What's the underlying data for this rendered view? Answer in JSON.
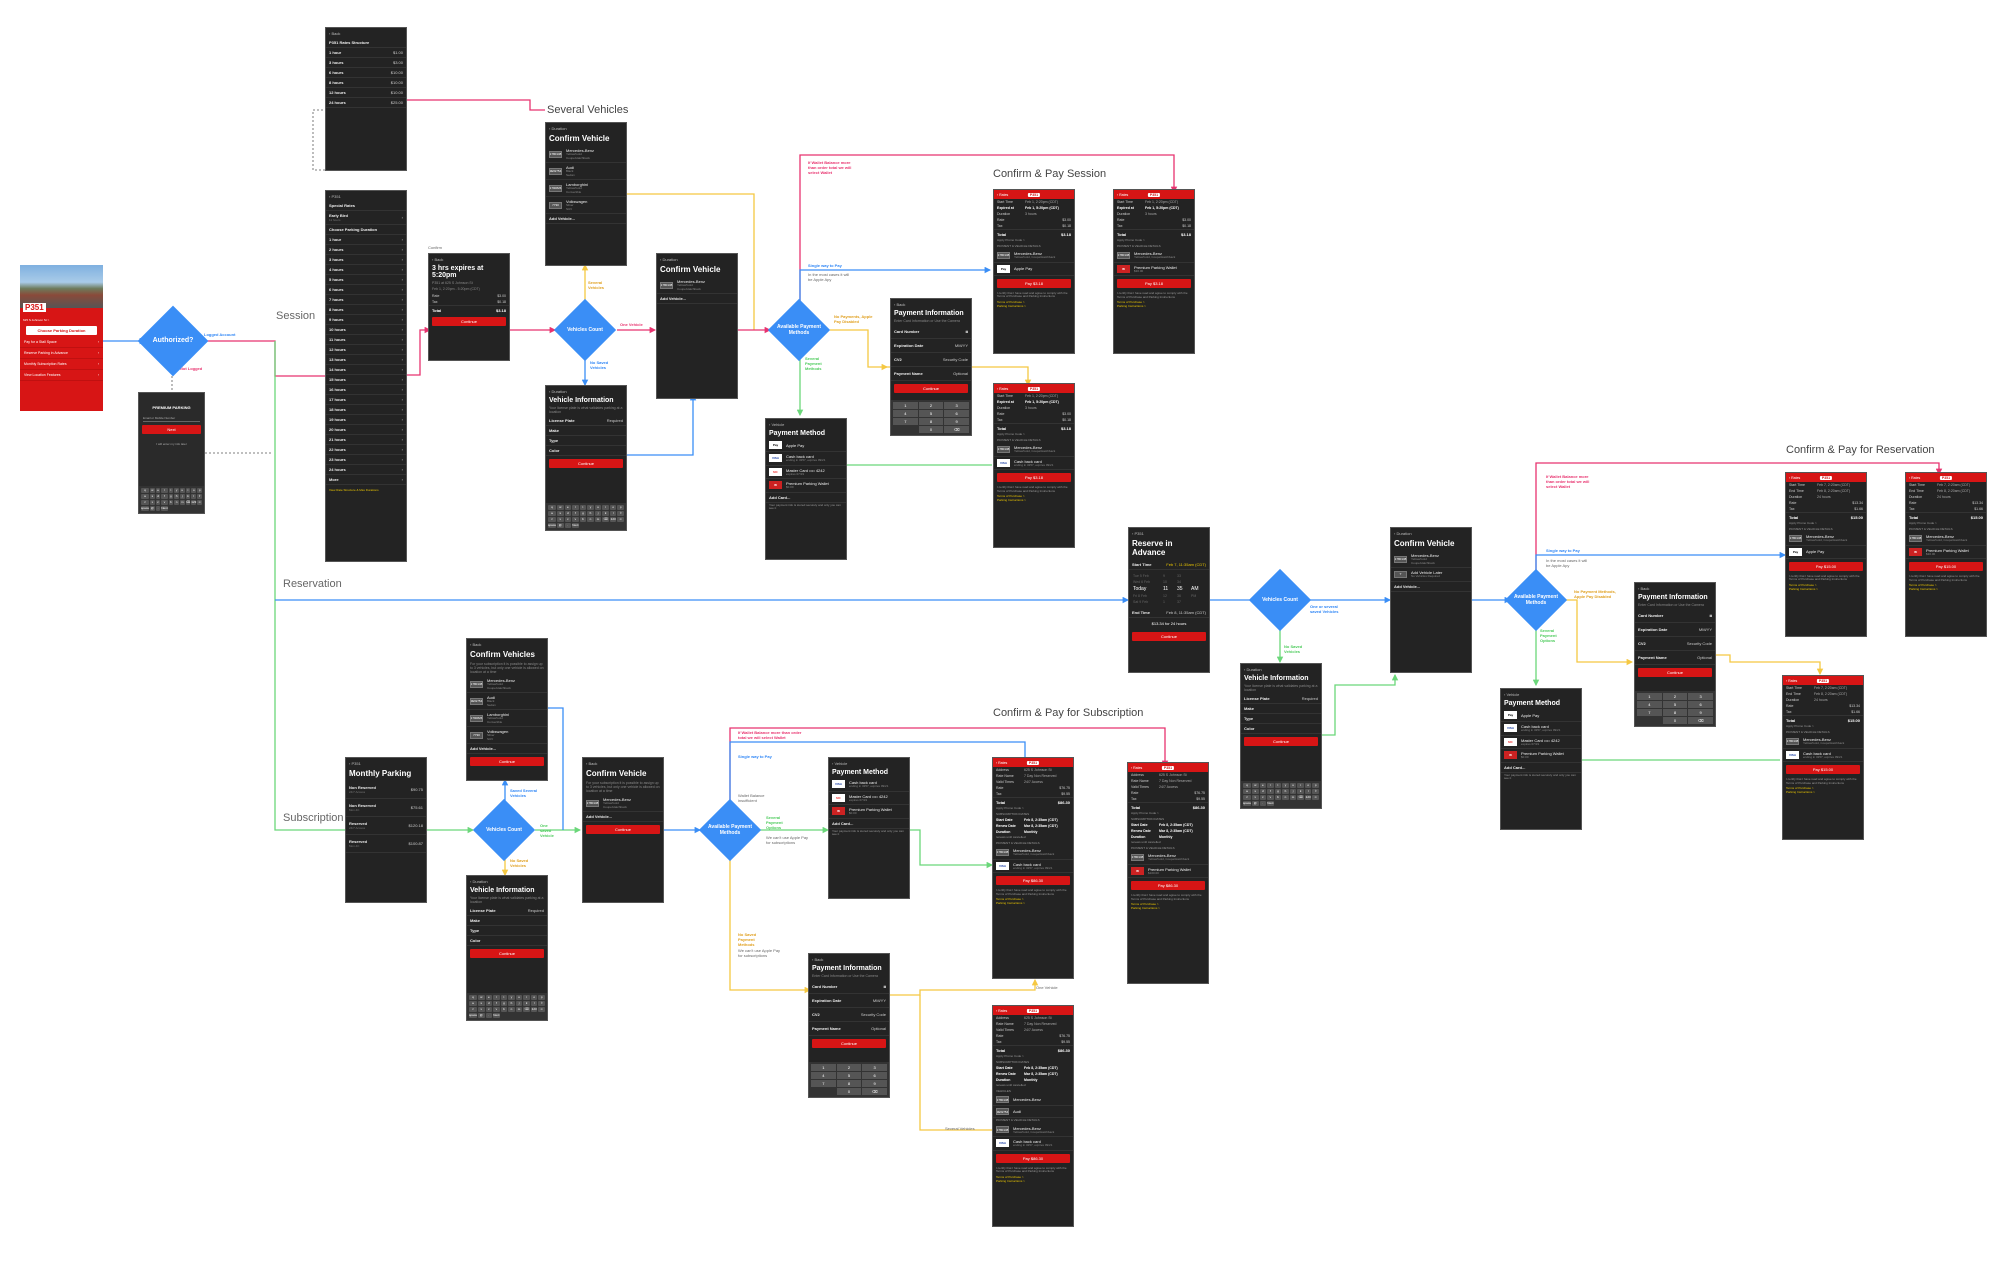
{
  "sections": {
    "session": "Session",
    "reservation": "Reservation",
    "subscription": "Subscription"
  },
  "titles": {
    "several_vehicles": "Several Vehicles",
    "confirm_pay_session": "Confirm & Pay Session",
    "confirm_pay_reservation": "Confirm & Pay for Reservation",
    "confirm_pay_subscription": "Confirm & Pay for Subscription",
    "confirm_label": "Confirm"
  },
  "colors": {
    "pink": "#e8336f",
    "blue": "#3a8ef6",
    "orange": "#f5c842",
    "green": "#6bd77a",
    "red": "#d71515",
    "screen": "#232323"
  },
  "decisions": {
    "authorized": "Authorized?",
    "vehicles_count": "Vehicles Count",
    "available_payment": "Available Payment Methods"
  },
  "notes": {
    "logged_account": "Logged Account",
    "not_logged": "Not Logged",
    "several_vehicles": "Several Vehicles",
    "one_vehicle": "One Vehicle",
    "no_saved_vehicles": "No Saved Vehicles",
    "wallet_balance": "If Wallet Balance more than order total we will select Wallet",
    "single_way": "Single way to Pay",
    "most_cases": "In the most cases it will be Apple Apy",
    "no_payments": "No Payments, Apple Pay Disabled",
    "no_payment_methods": "No Payment Methods, Apple Pay Disabled",
    "several_payment_methods": "Several Payment Methods",
    "several_payment_options": "Several Payment Options",
    "one_or_several": "One or several saved Vehicles",
    "saved_several": "Saved Several Vehicles",
    "one_saved": "One saved Vehicle",
    "wallet_insufficient": "Wallet Balance insufficient",
    "no_apple_pay_subs": "We can't use Apple Pay for subscriptions",
    "no_saved_payment": "No Saved Payment Methods",
    "no_apple_pay_subs2": "We can't use Apple Pay for subscriptions",
    "one_vehicle_b": "One Vehicle",
    "several_vehicles_b": "Several Vehicles"
  },
  "home": {
    "location": "P351",
    "address": "625 S Johnson St >",
    "map": "Map",
    "cta": "Choose Parking Duration",
    "menu": [
      "Pay for a Stall Space",
      "Reserve Parking in Advance",
      "Monthly Subscription Rates",
      "View Location Features"
    ]
  },
  "login": {
    "brand": "PREMIUM PARKING",
    "placeholder": "Email or Mobile Number",
    "next": "Next",
    "later": "I will enter my info later"
  },
  "keyboard": {
    "row1": [
      "q",
      "w",
      "e",
      "r",
      "t",
      "y",
      "u",
      "i",
      "o",
      "p"
    ],
    "row2": [
      "a",
      "s",
      "d",
      "f",
      "g",
      "h",
      "j",
      "k",
      "l"
    ],
    "row3": [
      "⇧",
      "z",
      "x",
      "c",
      "v",
      "b",
      "n",
      "m",
      "⌫"
    ],
    "row4": [
      "123",
      "☺",
      "space",
      "@",
      ".",
      "Next"
    ]
  },
  "numpad": [
    "1",
    "2",
    "3",
    "4",
    "5",
    "6",
    "7",
    "8",
    "9",
    "",
    "0",
    "⌫"
  ],
  "rates": {
    "back": "Back",
    "heading": "P351 Rates Structure",
    "items": [
      {
        "label": "1 hour",
        "price": "$1.00"
      },
      {
        "label": "3 hours",
        "price": "$3.00"
      },
      {
        "label": "6 hours",
        "price": "$10.00"
      },
      {
        "label": "8 hours",
        "price": "$10.00"
      },
      {
        "label": "12 hours",
        "price": "$10.00"
      },
      {
        "label": "24 hours",
        "price": "$25.00"
      }
    ]
  },
  "duration": {
    "back": "P351",
    "special": "Special Rates",
    "early": "Early Bird",
    "early_sub": "11 hours",
    "choose": "Choose Parking Duration",
    "hours": [
      "1 hour",
      "2 hours",
      "3 hours",
      "4 hours",
      "5 hours",
      "6 hours",
      "7 hours",
      "8 hours",
      "9 hours",
      "10 hours",
      "11 hours",
      "12 hours",
      "13 hours",
      "14 hours",
      "15 hours",
      "16 hours",
      "17 hours",
      "18 hours",
      "19 hours",
      "20 hours",
      "21 hours",
      "22 hours",
      "23 hours",
      "24 hours",
      "More"
    ],
    "footer": "View Rate Structure & Max Durations"
  },
  "confirm": {
    "back": "Back",
    "heading": "3 hrs expires at 5:20pm",
    "line1": "P351 at 625 S Johnson St",
    "line2": "Feb 1, 2:20pm - 5:20pm (CDT)",
    "rate_l": "Rate",
    "rate": "$3.00",
    "tax_l": "Tax",
    "tax": "$0.18",
    "total_l": "Total",
    "total": "$3.18",
    "continue": "Continue"
  },
  "vehicles": [
    {
      "plate": "1780138",
      "name": "Mercedes-Benz",
      "color": "Yellow/Gold",
      "type": "Coupe/Hatchback"
    },
    {
      "plate": "3EW754",
      "name": "Audi",
      "color": "Black",
      "type": "Sedan"
    },
    {
      "plate": "1790826",
      "name": "Lamborghini",
      "color": "Yellow/Gold",
      "type": "Convertible"
    },
    {
      "plate": "7730",
      "name": "Volkswagen",
      "color": "Silver",
      "type": "SUV"
    }
  ],
  "confirm_vehicle": {
    "back": "Duration",
    "heading": "Confirm Vehicle",
    "add": "Add Vehicle...",
    "add_label": "Add Vehicle Later",
    "add_sub": "No Vehicles Required"
  },
  "vehicle_info": {
    "back": "Duration",
    "heading": "Vehicle Information",
    "sub": "Your license plate is what validates parking at a location",
    "fields": [
      "License Plate",
      "Make",
      "Type",
      "Color"
    ],
    "placeholder": "Required",
    "continue": "Continue"
  },
  "payment_info": {
    "back": "Back",
    "heading": "Payment Information",
    "sub": "Enter Card Information or Use the Camera",
    "fields": [
      {
        "label": "Card Number",
        "ph": ""
      },
      {
        "label": "Expiration Date",
        "ph": "MM/YY"
      },
      {
        "label": "CV2",
        "ph": "Security Code"
      },
      {
        "label": "Payment Name",
        "ph": "Optional"
      }
    ],
    "continue": "Continue"
  },
  "payment_method": {
    "back": "Vehicle",
    "heading": "Payment Method",
    "items": [
      {
        "icon": "Pay",
        "name": "Apple Pay",
        "sub": ""
      },
      {
        "icon": "VISA",
        "name": "Cash back card",
        "sub": "ending in 3257, expires 09/21"
      },
      {
        "icon": "MC",
        "name": "Master Card •••• 4242",
        "sub": "expires 07/19"
      },
      {
        "icon": "W",
        "name": "Premium Parking Wallet",
        "sub": "$0.00"
      }
    ],
    "add": "Add Card...",
    "secure": "Your payment info is stored securely and only you can see it"
  },
  "pay_session": {
    "back": "Rates",
    "badge": "P351",
    "start_l": "Start Time",
    "start": "Feb 1, 2:20pm (CDT)",
    "exp_l": "Expired at",
    "exp": "Feb 1, 5:20pm (CDT)",
    "dur_l": "Duration",
    "dur": "3 hours",
    "rate_l": "Rate",
    "rate": "$3.00",
    "tax_l": "Tax",
    "tax": "$0.18",
    "total_l": "Total",
    "total": "$3.18",
    "promo": "Apply Promo Code >",
    "details": "PAYMENT & VEHICLE DETAILS",
    "vehicle": "Mercedes-Benz",
    "vehicle_sub": "Yellow/Gold, Coupe/Hatchback",
    "apple": "Apple Pay",
    "wallet": "Premium Parking Wallet",
    "wallet_sub": "$30.00",
    "visa": "Cash back card",
    "visa_sub": "ending in 3257, expires 09/21",
    "pay": "Pay $3.18",
    "terms": "I certify that I have read and agree to comply with the Terms of Purchase and Parking Instructions",
    "tos": "Terms of Purchase >",
    "pi": "Parking Instructions >"
  },
  "reserve": {
    "back": "P351",
    "heading": "Reserve in Advance",
    "start_l": "Start Time",
    "start": "Feb 7, 11:35am (CDT)",
    "picker": [
      [
        "Tue 5 Feb",
        "9",
        "33",
        ""
      ],
      [
        "Wed 6 Feb",
        "10",
        "34",
        ""
      ],
      [
        "Today",
        "11",
        "35",
        "AM"
      ],
      [
        "Fri 8 Feb",
        "12",
        "36",
        "PM"
      ],
      [
        "Sat 9 Feb",
        "1",
        "37",
        ""
      ]
    ],
    "end_l": "End Time",
    "end": "Feb 8, 11:35am (CDT)",
    "price": "$13.34 for 24 hours",
    "continue": "Continue"
  },
  "pay_reservation": {
    "back": "Rates",
    "badge": "P351",
    "start_l": "Start Time",
    "start": "Feb 7, 2:20am (CDT)",
    "end_l": "End Time",
    "end": "Feb 8, 2:20am (CDT)",
    "dur_l": "Duration",
    "dur": "24 hours",
    "rate": "$13.34",
    "tax": "$1.66",
    "total": "$15.00",
    "pay": "Pay $15.00"
  },
  "monthly": {
    "back": "P351",
    "heading": "Monthly Parking",
    "items": [
      {
        "name": "Non Reserved",
        "sub": "24/7 Access",
        "price": "$90.75"
      },
      {
        "name": "Non Reserved",
        "sub": "Mon-Fri",
        "price": "$75.61"
      },
      {
        "name": "Reserved",
        "sub": "24/7 Access",
        "price": "$120.18"
      },
      {
        "name": "Reserved",
        "sub": "Mon-Fri",
        "price": "$100.87"
      }
    ]
  },
  "confirm_vehicles_sub": {
    "back": "Back",
    "heading": "Confirm Vehicles",
    "heading_one": "Confirm Vehicle",
    "sub": "For your subscription it is possible to assign up to 3 vehicles, but only one vehicle is allowed on location at a time",
    "add": "Add Vehicle...",
    "continue": "Continue"
  },
  "pay_subscription": {
    "back": "Rates",
    "badge": "P351",
    "addr_l": "Address",
    "addr": "625 S Johnson St",
    "rn_l": "Rate Name",
    "rn": "7 Day Non Reserved",
    "vt_l": "Valid Times",
    "vt": "24/7 Access",
    "rate": "$76.75",
    "tax": "$9.55",
    "total": "$86.30",
    "dates": "SUBSCRIPTION DATES",
    "sd_l": "Start Date",
    "sd": "Feb 8, 2:35am (CDT)",
    "rd_l": "Renew Date",
    "rd": "Mar 8, 2:35am (CDT)",
    "du_l": "Duration",
    "du": "Monthly",
    "du_sub": "renews until cancelled",
    "wallet_sub": "$100.00",
    "pay": "Pay $86.30",
    "vehicles_label": "VEHICLES"
  }
}
